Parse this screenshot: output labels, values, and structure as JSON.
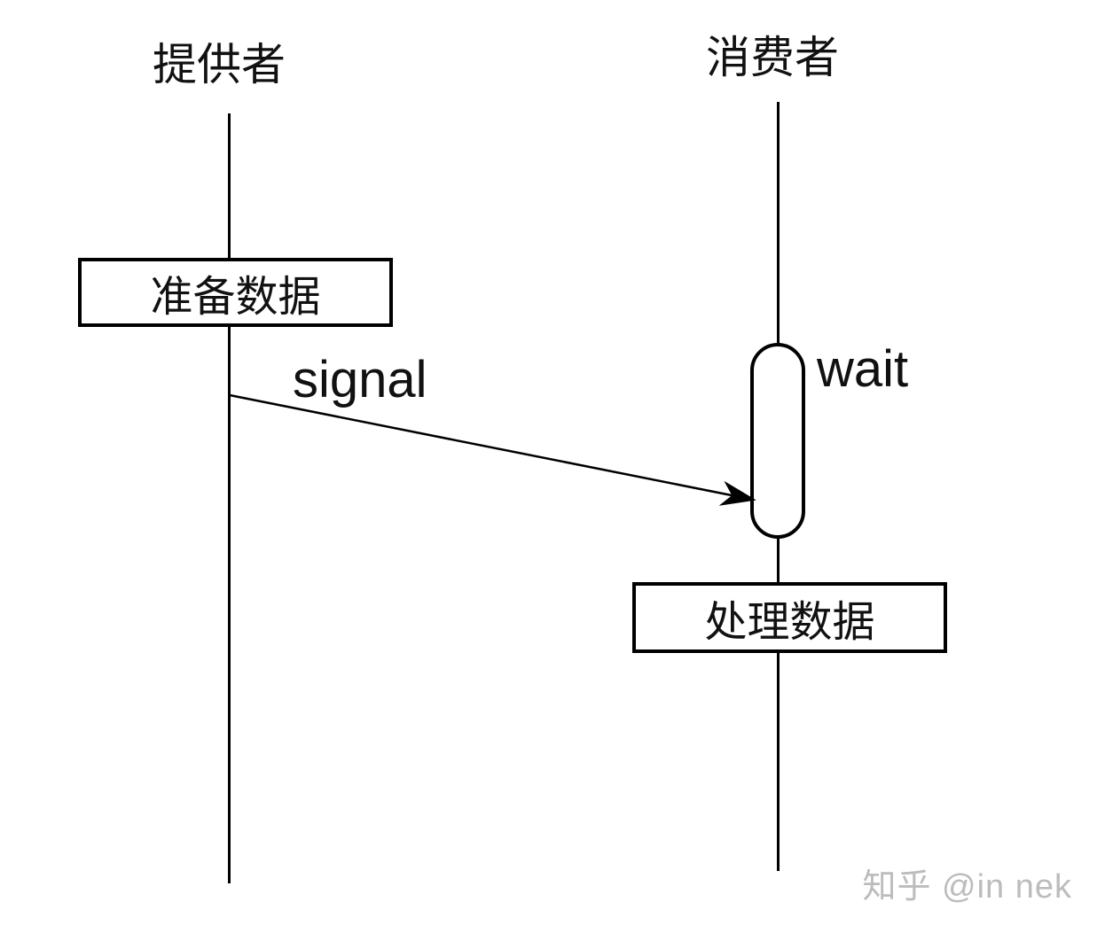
{
  "diagram": {
    "type": "sequence-diagram",
    "left_lifeline": {
      "title": "提供者",
      "action": "准备数据"
    },
    "right_lifeline": {
      "title": "消费者",
      "action": "处理数据",
      "activation_label": "wait"
    },
    "message": {
      "label": "signal"
    }
  },
  "watermark": "知乎 @in nek",
  "colors": {
    "background": "#ffffff",
    "stroke": "#000000",
    "text": "#111111",
    "watermark": "#bcbcbc"
  }
}
